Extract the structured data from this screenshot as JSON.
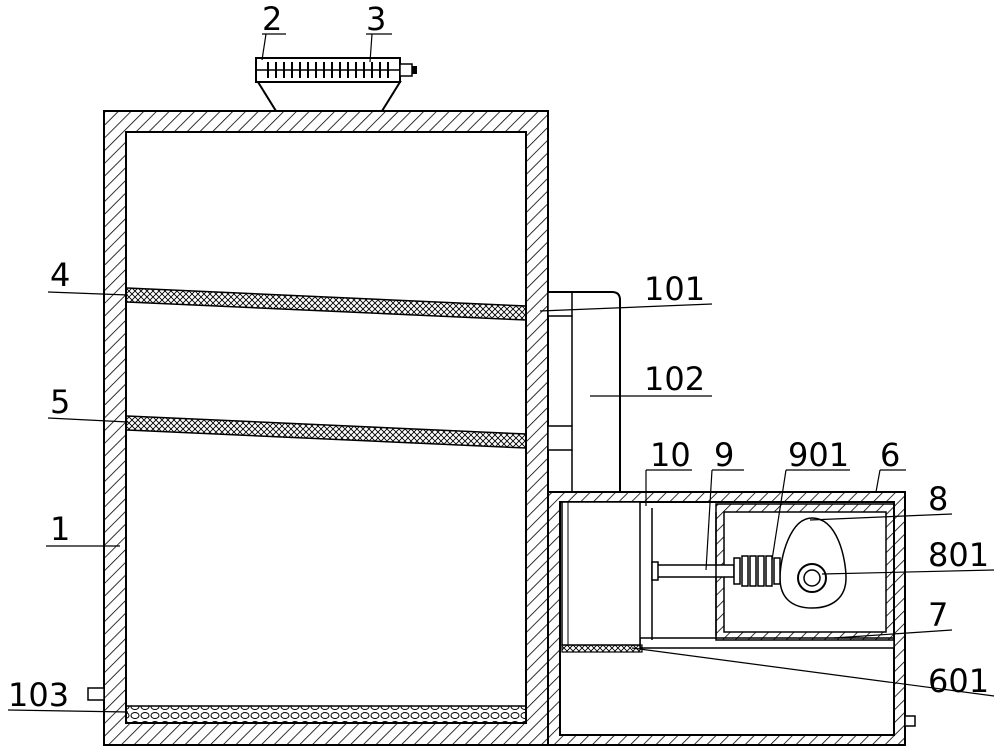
{
  "diagram": {
    "labels": {
      "l1": "1",
      "l2": "2",
      "l3": "3",
      "l4": "4",
      "l5": "5",
      "l6": "6",
      "l7": "7",
      "l8": "8",
      "l9": "9",
      "l10": "10",
      "l101": "101",
      "l102": "102",
      "l103": "103",
      "l601": "601",
      "l801": "801",
      "l901": "901"
    },
    "colors": {
      "line": "#000000",
      "background": "#ffffff"
    }
  }
}
